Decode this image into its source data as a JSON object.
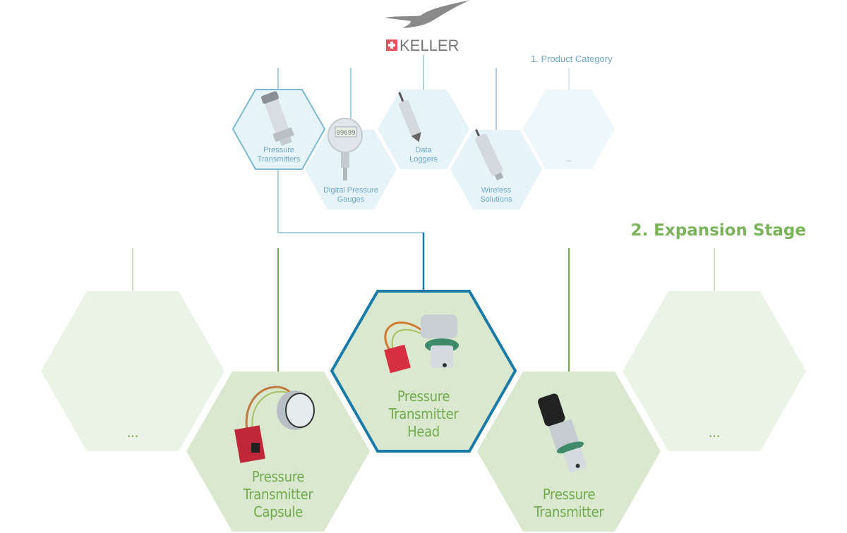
{
  "brand": {
    "name": "KELLER",
    "logo": "bird-logo-icon"
  },
  "stage1": {
    "title": "1. Product Category",
    "items": [
      {
        "line1": "Pressure",
        "line2": "Transmitters",
        "selected": true
      },
      {
        "line1": "Digital Pressure",
        "line2": "Gauges"
      },
      {
        "line1": "Data",
        "line2": "Loggers"
      },
      {
        "line1": "Wireless",
        "line2": "Solutions"
      },
      {
        "line1": "...",
        "line2": ""
      }
    ]
  },
  "stage2": {
    "title": "2. Expansion Stage",
    "items": [
      {
        "line1": "...",
        "line2": "",
        "line3": ""
      },
      {
        "line1": "Pressure",
        "line2": "Transmitter",
        "line3": "Capsule"
      },
      {
        "line1": "Pressure",
        "line2": "Transmitter",
        "line3": "Head",
        "selected": true
      },
      {
        "line1": "Pressure",
        "line2": "Transmitter",
        "line3": ""
      },
      {
        "line1": "...",
        "line2": "",
        "line3": ""
      }
    ]
  },
  "colors": {
    "blue": "#1a7aa8",
    "lightblue": "#7bb9d3",
    "green": "#72aa4c",
    "hexgreen": "#d9e8cf",
    "hexpale": "#ebf3e6",
    "hexblue": "#e6f3f8"
  }
}
